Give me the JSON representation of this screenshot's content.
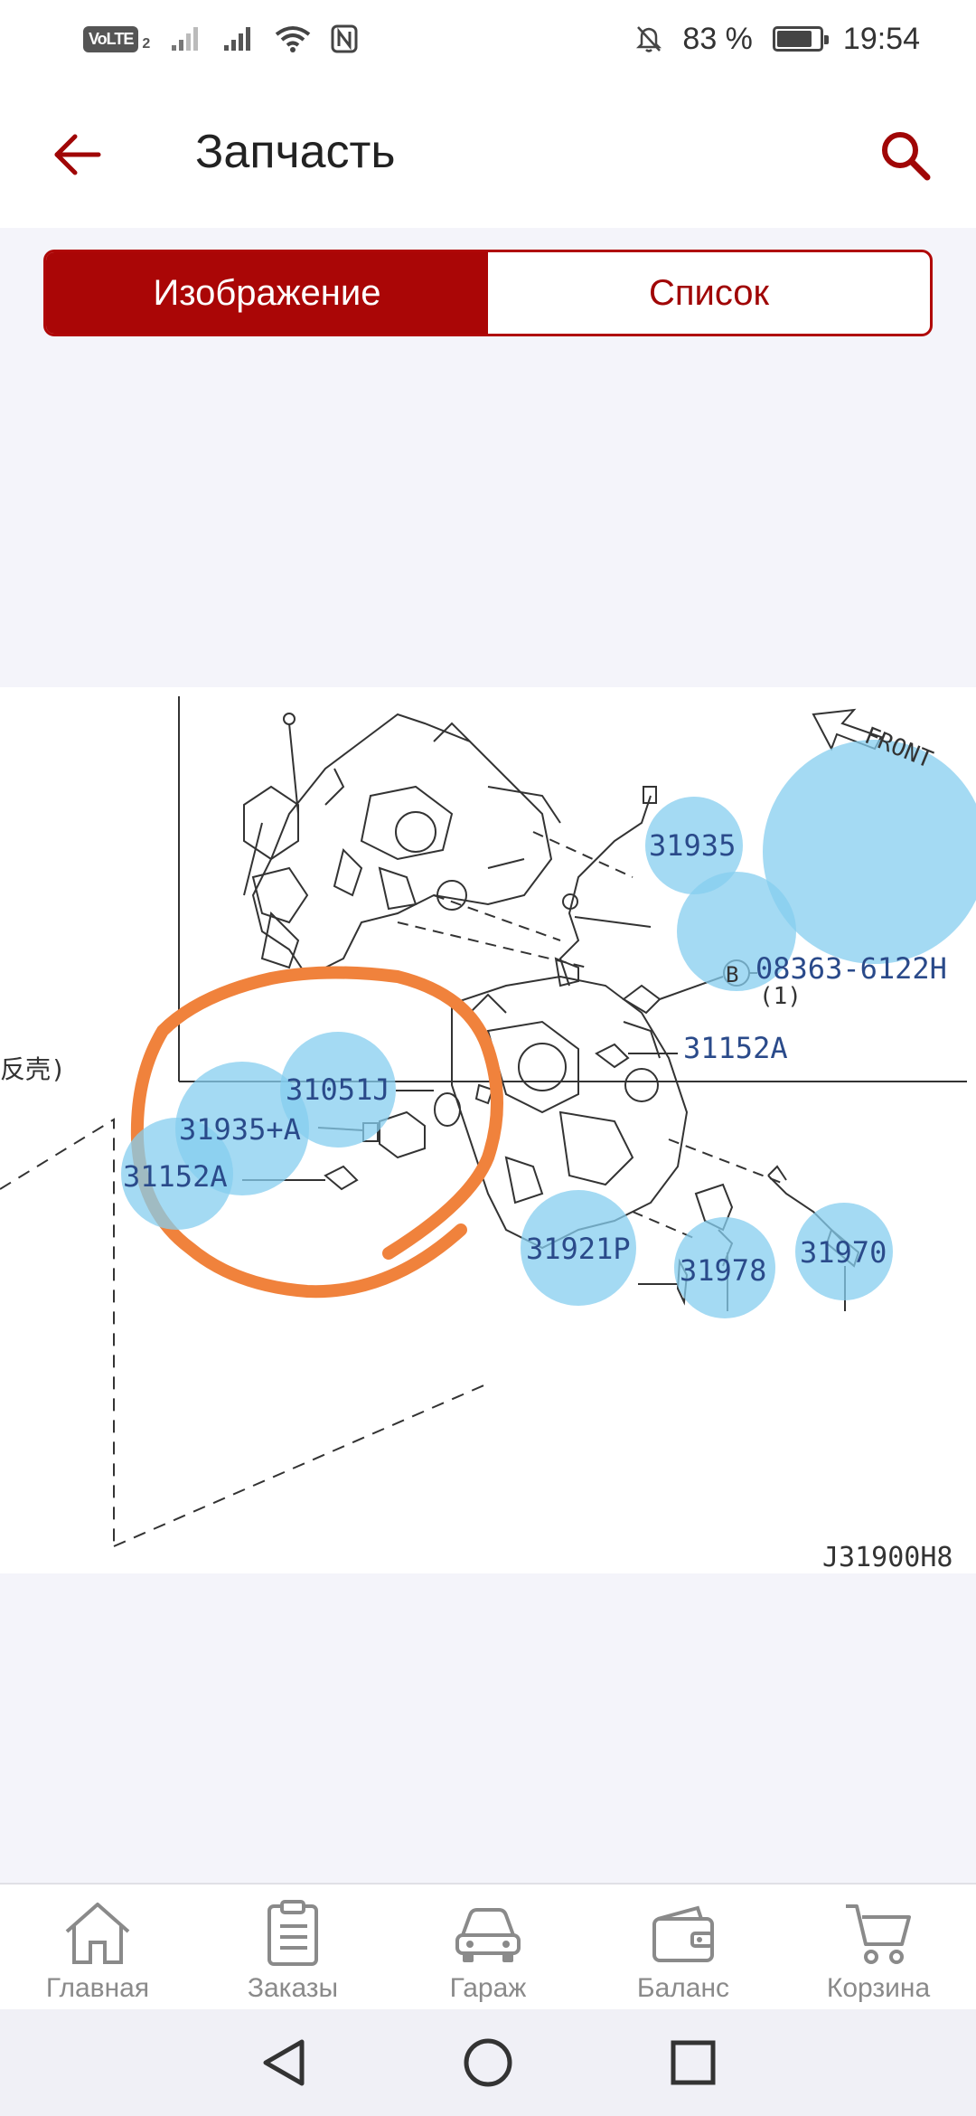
{
  "status_bar": {
    "volte": "VoLTE",
    "sim": "2",
    "battery_percent": "83 %",
    "battery_level": 0.83,
    "time": "19:54"
  },
  "header": {
    "title": "Запчасть"
  },
  "tabs": {
    "image_label": "Изображение",
    "list_label": "Список",
    "active": "image"
  },
  "diagram": {
    "front_label": "FRONT",
    "callouts": [
      {
        "code": "31935"
      },
      {
        "code": "08363-6122H"
      },
      {
        "code": "31152A"
      },
      {
        "code": "31051J"
      },
      {
        "code": "31935+A"
      },
      {
        "code": "31152A"
      },
      {
        "code": "31921P"
      },
      {
        "code": "31978"
      },
      {
        "code": "31970"
      }
    ],
    "qty_note": "(1)",
    "b_marker": "B",
    "side_note": "反壳)",
    "diagram_code": "J31900H8"
  },
  "bottom_nav": {
    "items": [
      {
        "label": "Главная",
        "icon": "home-icon"
      },
      {
        "label": "Заказы",
        "icon": "clipboard-icon"
      },
      {
        "label": "Гараж",
        "icon": "car-icon"
      },
      {
        "label": "Баланс",
        "icon": "wallet-icon"
      },
      {
        "label": "Корзина",
        "icon": "cart-icon"
      }
    ]
  },
  "colors": {
    "brand_red": "#aa0606",
    "callout_blue": "#85cdef",
    "annotation_orange": "#f0823c"
  }
}
